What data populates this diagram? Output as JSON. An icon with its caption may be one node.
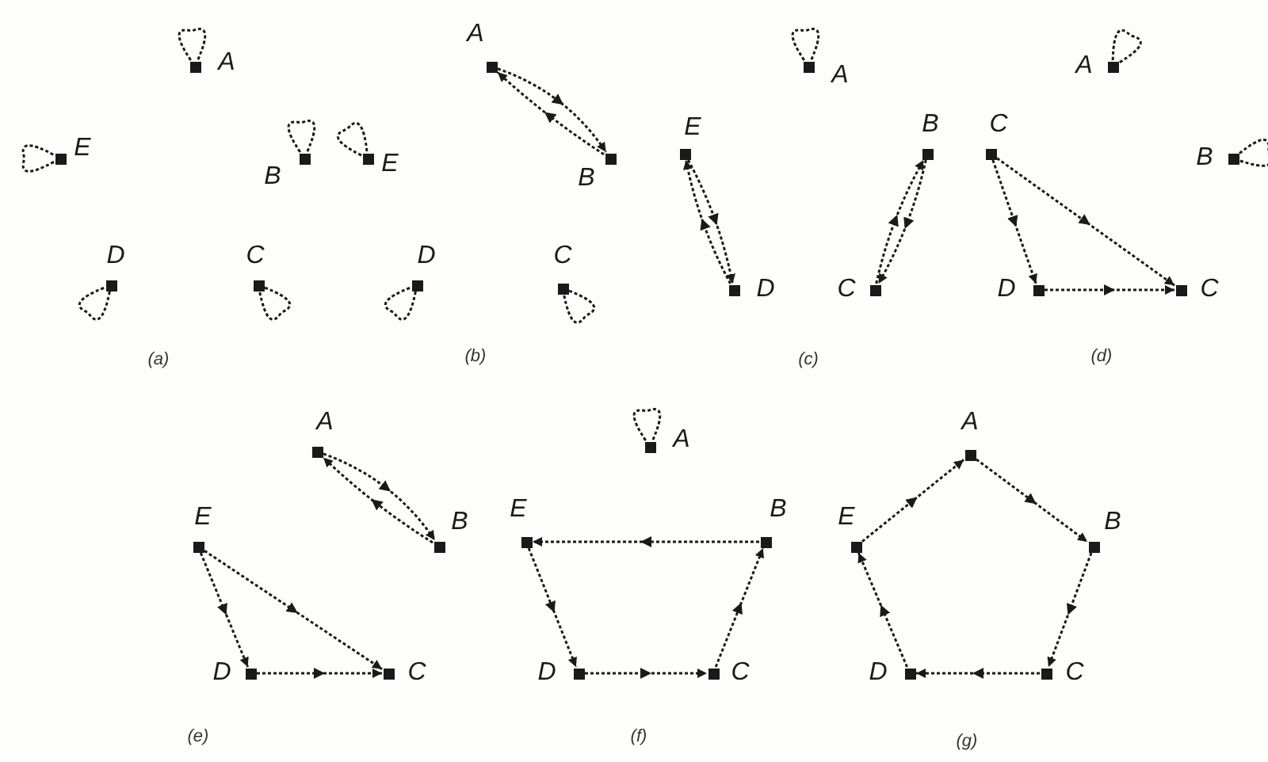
{
  "diagram": {
    "nodes": [
      {
        "text": [
          "A"
        ]
      },
      {
        "text": [
          "A"
        ]
      },
      {
        "text": [
          "A"
        ]
      },
      {
        "text": [
          "A"
        ]
      },
      {
        "text": [
          "E"
        ]
      },
      {
        "text": [
          "B"
        ]
      },
      {
        "text": [
          "E"
        ]
      },
      {
        "text": [
          "B"
        ]
      },
      {
        "text": [
          "E"
        ]
      },
      {
        "text": [
          "B"
        ]
      },
      {
        "text": [
          "C"
        ]
      },
      {
        "text": [
          "B"
        ]
      },
      {
        "text": [
          "D"
        ]
      },
      {
        "text": [
          "C"
        ]
      },
      {
        "text": [
          "D"
        ]
      },
      {
        "text": [
          "C"
        ]
      },
      {
        "text": [
          "D"
        ]
      },
      {
        "text": [
          "C"
        ]
      },
      {
        "text": [
          "D"
        ]
      },
      {
        "text": [
          "C"
        ]
      },
      {
        "text": [
          "A"
        ]
      },
      {
        "text": [
          "A"
        ]
      },
      {
        "text": [
          "A"
        ]
      },
      {
        "text": [
          "E"
        ]
      },
      {
        "text": [
          "B"
        ]
      },
      {
        "text": [
          "E"
        ]
      },
      {
        "text": [
          "B"
        ]
      },
      {
        "text": [
          "E"
        ]
      },
      {
        "text": [
          "B"
        ]
      },
      {
        "text": [
          "D"
        ]
      },
      {
        "text": [
          "C"
        ]
      },
      {
        "text": [
          "D"
        ]
      },
      {
        "text": [
          "C"
        ]
      },
      {
        "text": [
          "D"
        ]
      },
      {
        "text": [
          "C"
        ]
      }
    ],
    "edges": [
      {
        "from": 0,
        "to": 0,
        "arrow": "none"
      },
      {
        "from": 1,
        "to": 7,
        "arrow": "to"
      },
      {
        "from": 7,
        "to": 1,
        "arrow": "to"
      },
      {
        "from": 2,
        "to": 2,
        "arrow": "none"
      },
      {
        "from": 3,
        "to": 3,
        "arrow": "none"
      },
      {
        "from": 4,
        "to": 4,
        "arrow": "none"
      },
      {
        "from": 5,
        "to": 5,
        "arrow": "none"
      },
      {
        "from": 6,
        "to": 6,
        "arrow": "none"
      },
      {
        "from": 8,
        "to": 16,
        "arrow": "to"
      },
      {
        "from": 16,
        "to": 8,
        "arrow": "to"
      },
      {
        "from": 17,
        "to": 9,
        "arrow": "to"
      },
      {
        "from": 9,
        "to": 17,
        "arrow": "to"
      },
      {
        "from": 10,
        "to": 18,
        "arrow": "to"
      },
      {
        "from": 10,
        "to": 19,
        "arrow": "to"
      },
      {
        "from": 18,
        "to": 19,
        "arrow": "to"
      },
      {
        "from": 11,
        "to": 11,
        "arrow": "none"
      },
      {
        "from": 12,
        "to": 12,
        "arrow": "none"
      },
      {
        "from": 13,
        "to": 13,
        "arrow": "none"
      },
      {
        "from": 14,
        "to": 14,
        "arrow": "none"
      },
      {
        "from": 15,
        "to": 15,
        "arrow": "none"
      },
      {
        "from": 20,
        "to": 24,
        "arrow": "to"
      },
      {
        "from": 24,
        "to": 20,
        "arrow": "to"
      },
      {
        "from": 21,
        "to": 21,
        "arrow": "none"
      },
      {
        "from": 23,
        "to": 29,
        "arrow": "to"
      },
      {
        "from": 23,
        "to": 30,
        "arrow": "to"
      },
      {
        "from": 29,
        "to": 30,
        "arrow": "to"
      },
      {
        "from": 26,
        "to": 25,
        "arrow": "to"
      },
      {
        "from": 25,
        "to": 31,
        "arrow": "to"
      },
      {
        "from": 31,
        "to": 32,
        "arrow": "to"
      },
      {
        "from": 32,
        "to": 26,
        "arrow": "to"
      },
      {
        "from": 22,
        "to": 28,
        "arrow": "to"
      },
      {
        "from": 28,
        "to": 34,
        "arrow": "to"
      },
      {
        "from": 34,
        "to": 33,
        "arrow": "to"
      },
      {
        "from": 33,
        "to": 27,
        "arrow": "to"
      },
      {
        "from": 27,
        "to": 22,
        "arrow": "to"
      }
    ],
    "labels": [
      "(a)",
      "(b)",
      "(c)",
      "(d)",
      "(e)",
      "(f)",
      "(g)"
    ]
  }
}
